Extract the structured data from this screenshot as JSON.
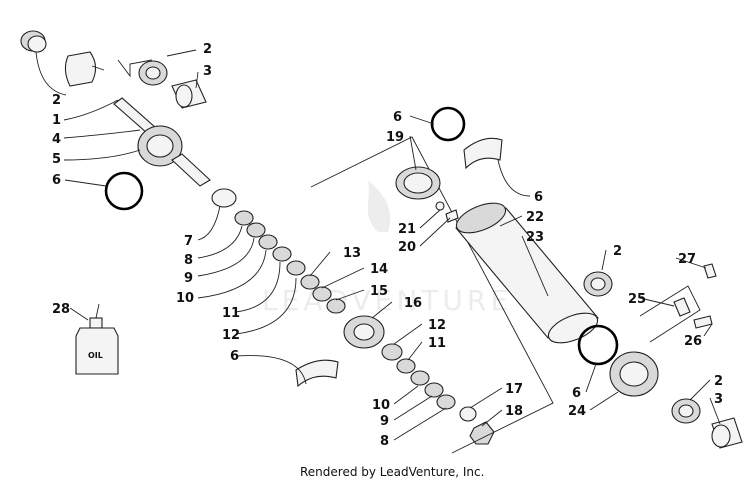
{
  "footer": "Rendered by LeadVenture, Inc.",
  "watermark": "LEADVENTURE",
  "bottle_text": "OIL",
  "callouts": {
    "c2a": "2",
    "c3a": "3",
    "c2b": "2",
    "c1": "1",
    "c4": "4",
    "c5": "5",
    "c6a": "6",
    "c7": "7",
    "c8a": "8",
    "c9a": "9",
    "c10a": "10",
    "c11a": "11",
    "c12a": "12",
    "c6b": "6",
    "c13": "13",
    "c14": "14",
    "c15": "15",
    "c16": "16",
    "c12b": "12",
    "c11b": "11",
    "c10b": "10",
    "c9b": "9",
    "c8b": "8",
    "c17": "17",
    "c18": "18",
    "c6c": "6",
    "c19": "19",
    "c6d": "6",
    "c21": "21",
    "c20": "20",
    "c22": "22",
    "c23": "23",
    "c2c": "2",
    "c27": "27",
    "c25": "25",
    "c26": "26",
    "c6e": "6",
    "c24": "24",
    "c2d": "2",
    "c3b": "3",
    "c28": "28"
  }
}
